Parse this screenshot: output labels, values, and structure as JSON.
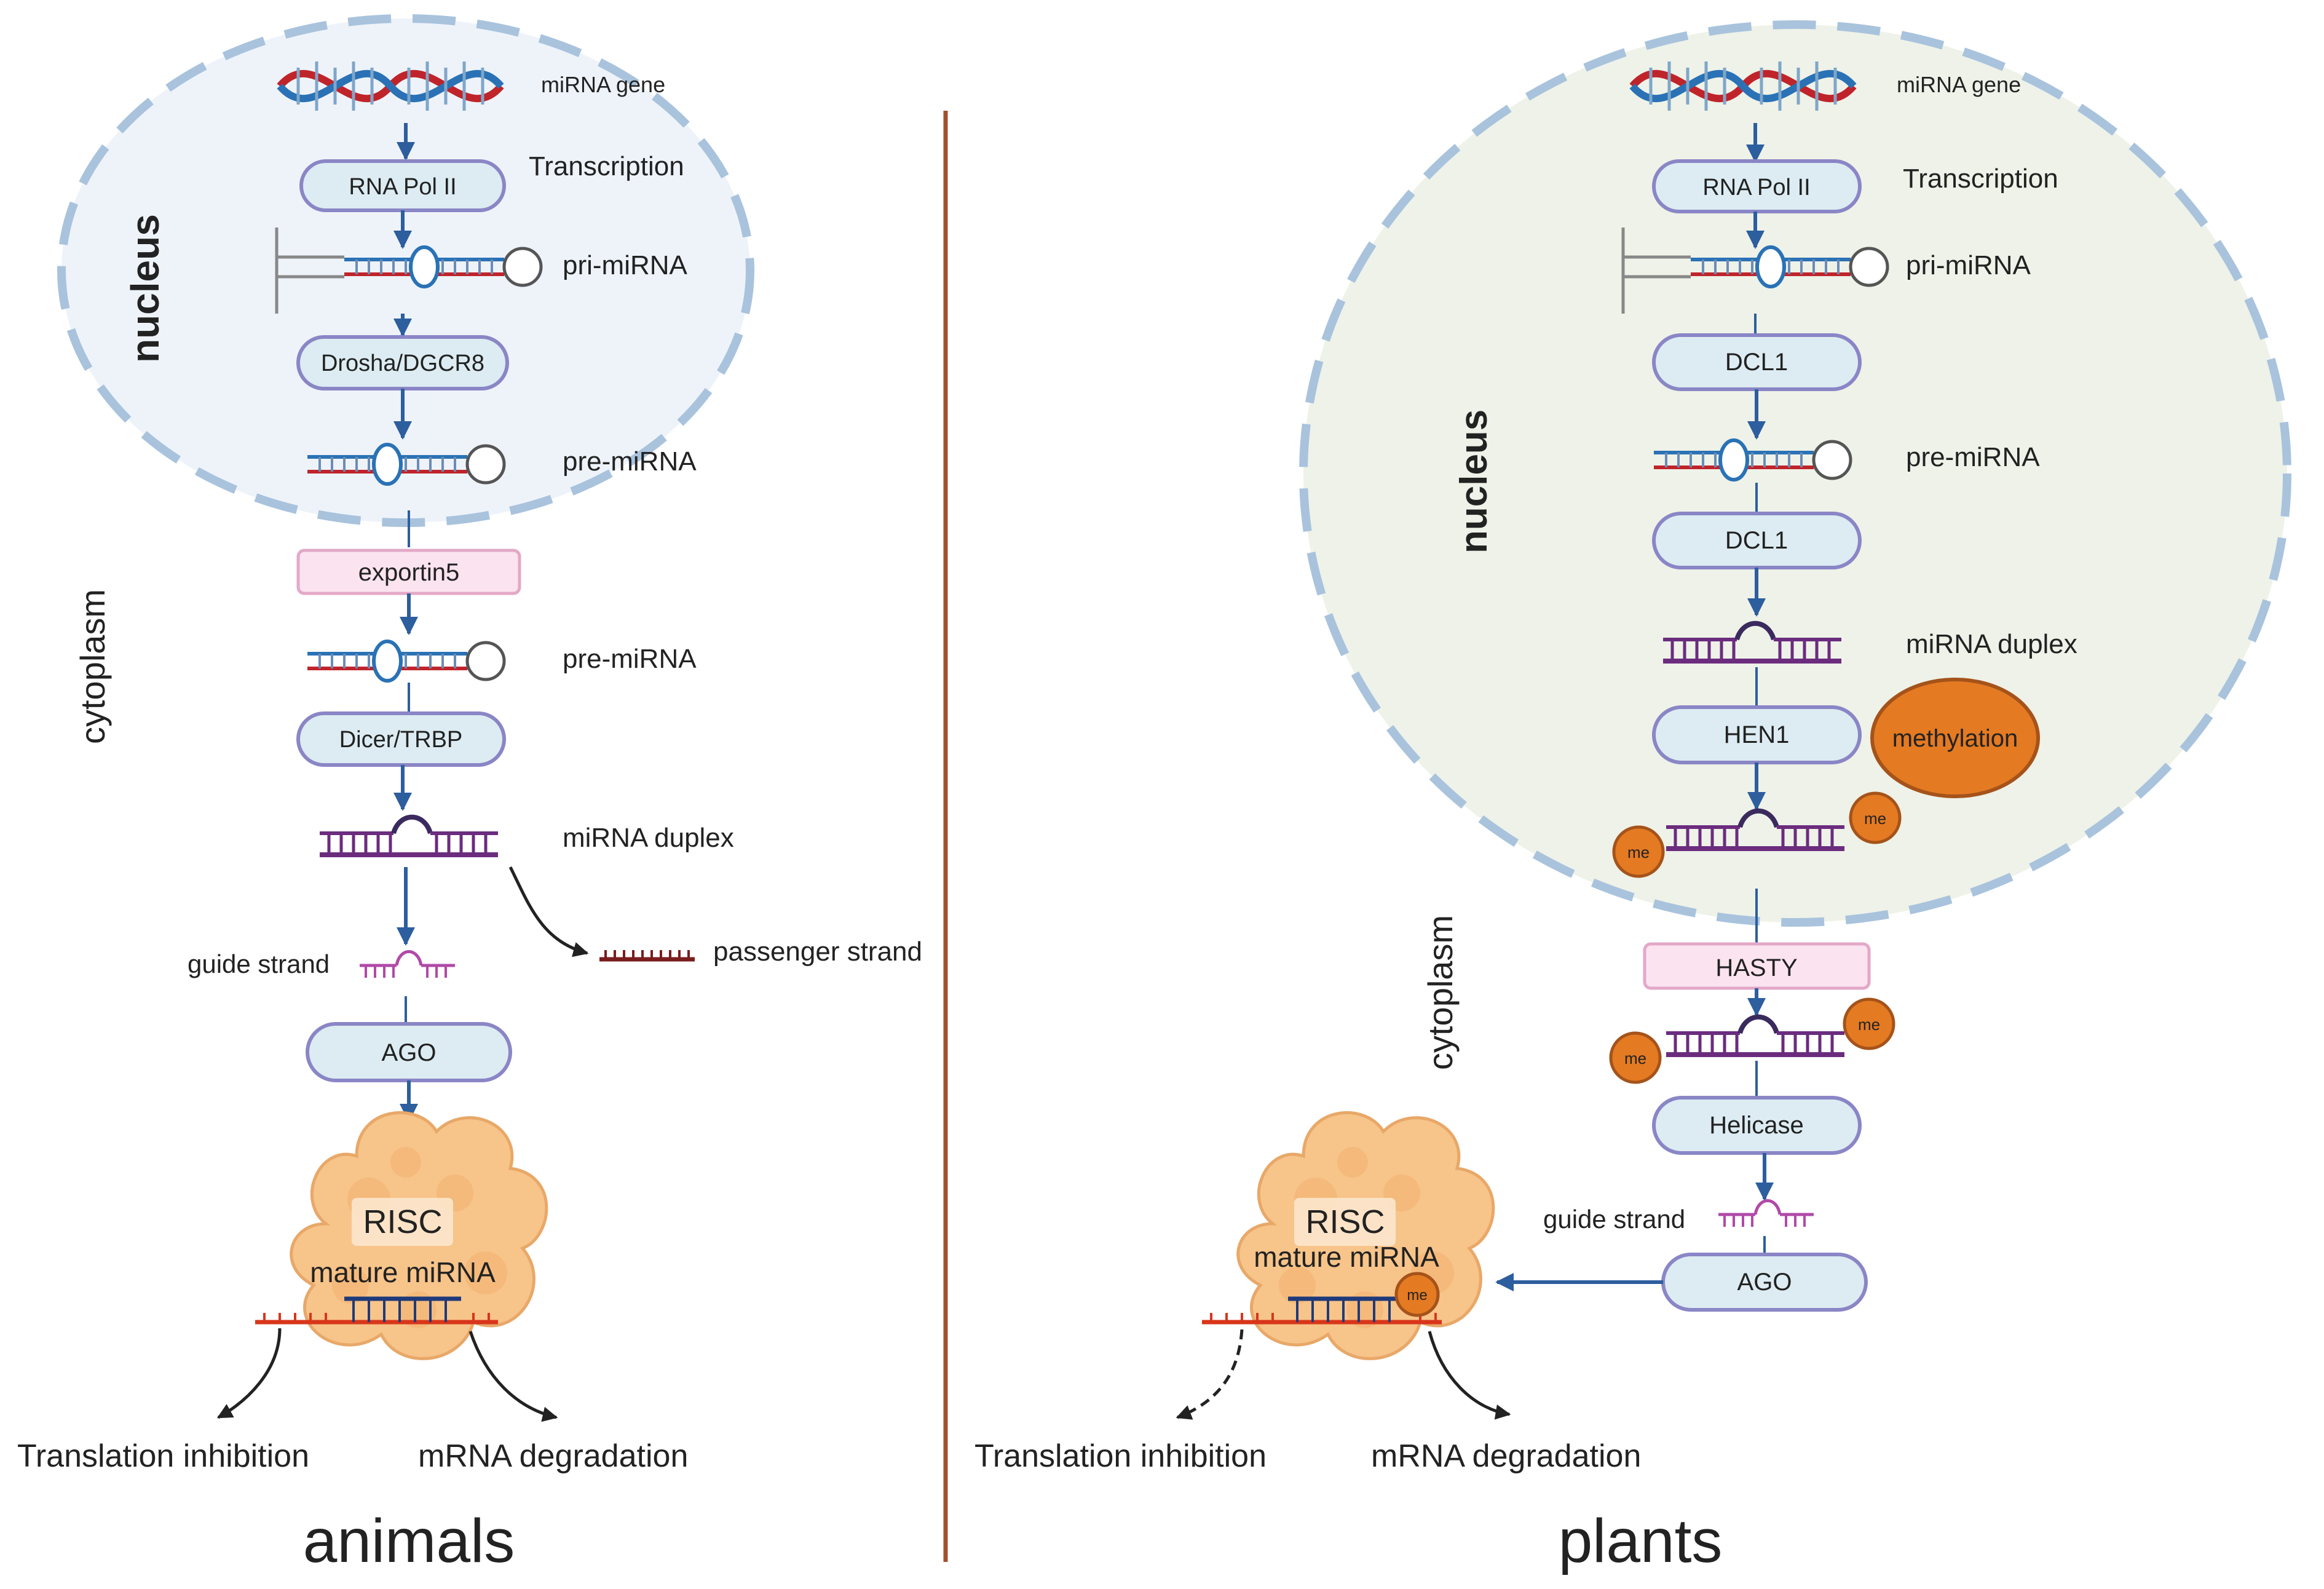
{
  "animals": {
    "gene_label": "miRNA gene",
    "transcription": "Transcription",
    "rna_pol": "RNA Pol II",
    "pri_mirna": "pri-miRNA",
    "nucleus": "nucleus",
    "drosha": "Drosha/DGCR8",
    "pre_mirna_1": "pre-miRNA",
    "cytoplasm": "cytoplasm",
    "exportin": "exportin5",
    "pre_mirna_2": "pre-miRNA",
    "dicer": "Dicer/TRBP",
    "duplex": "miRNA duplex",
    "guide": "guide strand",
    "passenger": "passenger strand",
    "ago": "AGO",
    "risc": "RISC",
    "mature": "mature miRNA",
    "inhibition": "Translation inhibition",
    "degradation": "mRNA degradation",
    "title": "animals"
  },
  "plants": {
    "gene_label": "miRNA gene",
    "transcription": "Transcription",
    "rna_pol": "RNA Pol II",
    "pri_mirna": "pri-miRNA",
    "dcl1_a": "DCL1",
    "nucleus": "nucleus",
    "pre_mirna": "pre-miRNA",
    "dcl1_b": "DCL1",
    "duplex": "miRNA duplex",
    "hen1": "HEN1",
    "methylation": "methylation",
    "me": "me",
    "cytoplasm": "cytoplasm",
    "hasty": "HASTY",
    "helicase": "Helicase",
    "guide": "guide strand",
    "ago": "AGO",
    "risc": "RISC",
    "mature": "mature miRNA",
    "inhibition": "Translation inhibition",
    "degradation": "mRNA degradation",
    "title": "plants"
  },
  "colors": {
    "nucleus_animal": "#eef3fa",
    "nucleus_plant": "#eef2e8",
    "membrane": "#a9c3dd",
    "box_fill": "#dcecf2",
    "box_stroke": "#8a86c6",
    "export_fill": "#fbe3ef",
    "export_stroke": "#e3a8c8",
    "arrow": "#2d5e9e",
    "dna_red": "#c0242b",
    "dna_blue": "#2a72b5",
    "rna_purple": "#6b2c7e",
    "rna_blue": "#2a5fa8",
    "nucleus_text_animal": "#2b5aa0",
    "nucleus_text_plant": "#3e5a2e",
    "cytoplasm_text": "#dd33cc",
    "risc_fill": "#f7c48a",
    "methyl_fill": "#e47a22",
    "divider": "#a0522d"
  }
}
